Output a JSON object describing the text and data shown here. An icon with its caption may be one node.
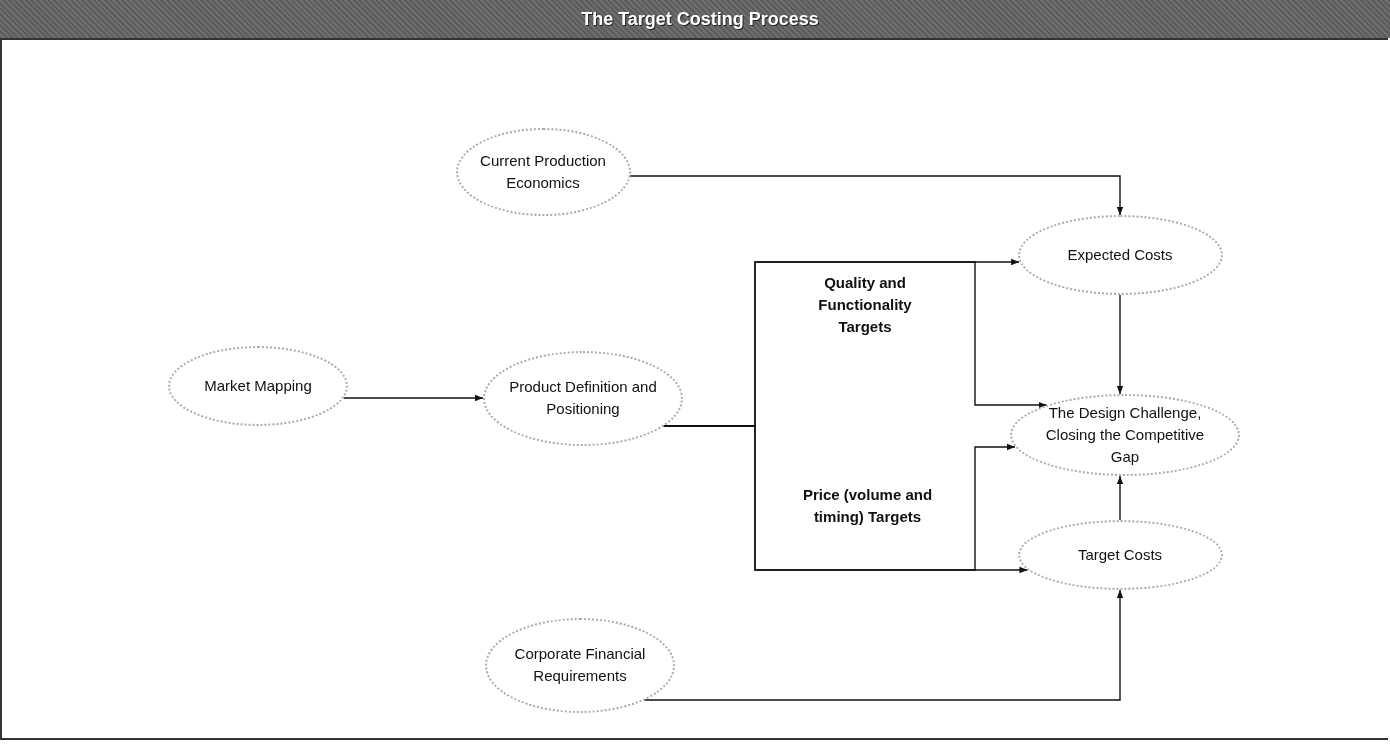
{
  "diagram": {
    "title": "The Target Costing Process",
    "nodes": [
      {
        "text": [
          "Current Production Economics"
        ]
      },
      {
        "text": [
          "Market Mapping"
        ]
      },
      {
        "text": [
          "Product Definition and Positioning"
        ]
      },
      {
        "text": [
          "Expected Costs"
        ]
      },
      {
        "text": [
          "The Design Challenge, Closing the Competitive Gap"
        ]
      },
      {
        "text": [
          "Target Costs"
        ]
      },
      {
        "text": [
          "Corporate Financial Requirements"
        ]
      }
    ],
    "edges": [
      {
        "from": 1,
        "to": 2,
        "arrow": "to"
      },
      {
        "from": 2,
        "to": 3,
        "arrow": "to"
      },
      {
        "from": 2,
        "to": 4,
        "arrow": "to"
      },
      {
        "from": 2,
        "to": 5,
        "arrow": "to"
      },
      {
        "from": 2,
        "to": 4,
        "arrow": "to"
      },
      {
        "from": 0,
        "to": 3,
        "arrow": "to"
      },
      {
        "from": 3,
        "to": 4,
        "arrow": "to"
      },
      {
        "from": 5,
        "to": 4,
        "arrow": "to"
      },
      {
        "from": 6,
        "to": 5,
        "arrow": "to"
      }
    ],
    "labels": [
      "Quality and Functionality Targets",
      "Price (volume and timing) Targets"
    ]
  }
}
